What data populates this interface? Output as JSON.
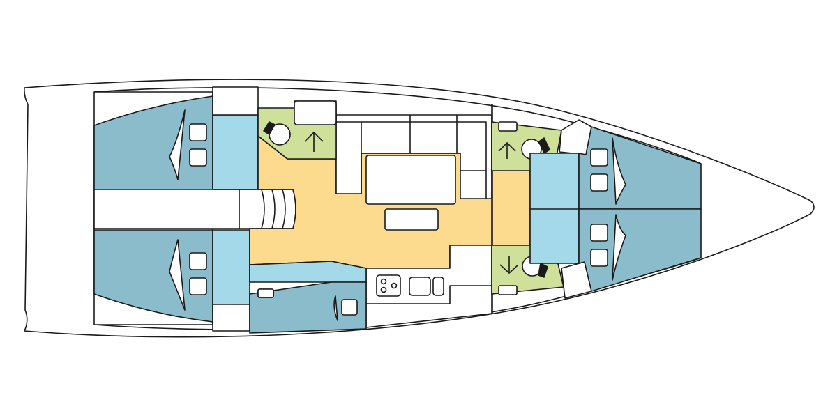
{
  "diagram": {
    "type": "yacht deck layout",
    "colors": {
      "cabin": "#8bbccb",
      "head": "#a3d9e8",
      "saloon": "#fcdb8f",
      "bathroom": "#cfe09a",
      "outline": "#1a1a1a",
      "background": "#ffffff"
    },
    "rooms": [
      "aft-port-cabin",
      "aft-starboard-cabin",
      "aft-small-cabin",
      "saloon",
      "galley",
      "forward-port-cabin",
      "forward-starboard-cabin",
      "heads"
    ]
  }
}
